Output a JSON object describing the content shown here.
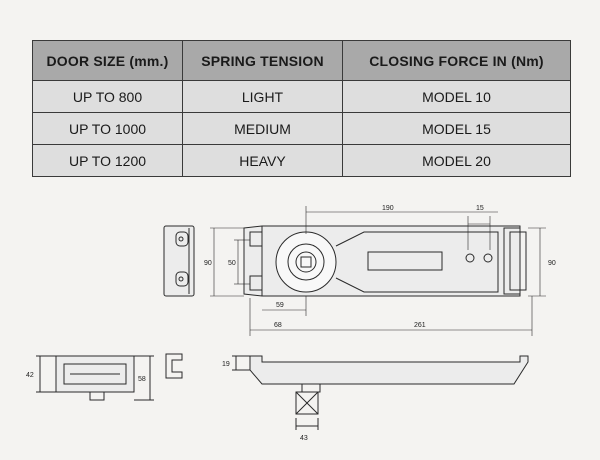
{
  "table": {
    "headers": [
      "DOOR SIZE (mm.)",
      "SPRING TENSION",
      "CLOSING FORCE IN (Nm)"
    ],
    "rows": [
      [
        "UP TO 800",
        "LIGHT",
        "MODEL 10"
      ],
      [
        "UP TO 1000",
        "MEDIUM",
        "MODEL 15"
      ],
      [
        "UP TO 1200",
        "HEAVY",
        "MODEL 20"
      ]
    ]
  },
  "dimensions": {
    "top_190": "190",
    "top_15": "15",
    "left_90": "90",
    "left_50": "50",
    "right_90": "90",
    "bottom_59": "59",
    "bottom_68": "68",
    "bottom_261": "261",
    "side_42": "42",
    "side_58": "58",
    "side_19": "19",
    "side_43": "43"
  },
  "colors": {
    "header_bg": "#a9a9a9",
    "row_bg": "#dedede",
    "line": "#2a2a2a"
  }
}
